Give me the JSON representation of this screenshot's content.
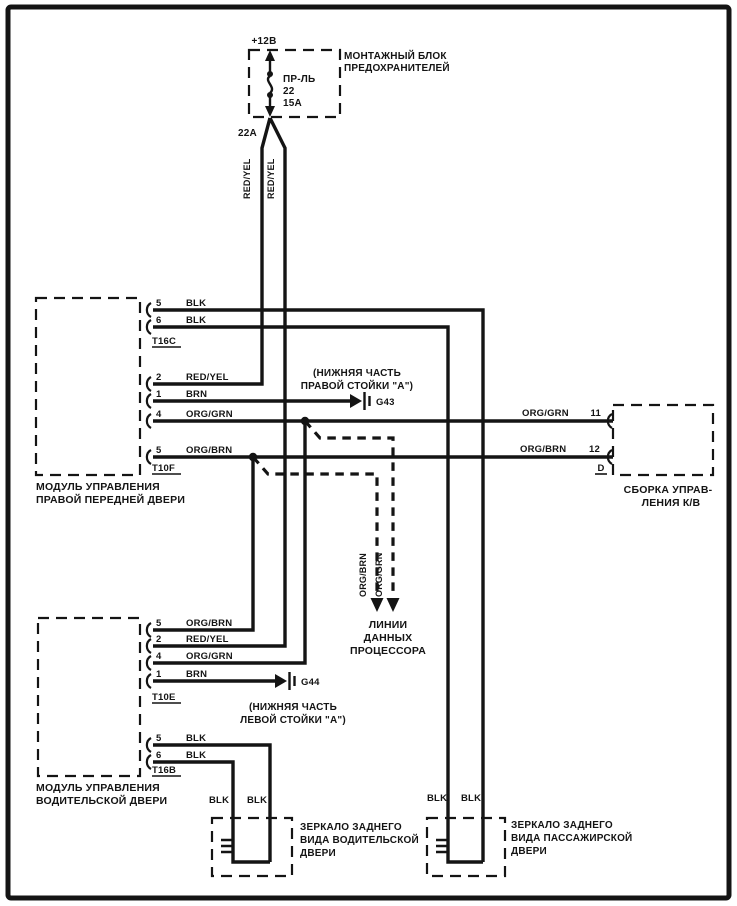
{
  "colors": {
    "ink": "#141414",
    "paper": "#ffffff"
  },
  "power": {
    "voltage": "+12В",
    "fuse_box_title": [
      "МОНТАЖНЫЙ БЛОК",
      "ПРЕДОХРАНИТЕЛЕЙ"
    ],
    "fuse_label": "ПР-ЛЬ",
    "fuse_number": "22",
    "fuse_rating": "15А",
    "output_tap": "22А",
    "feed_wires": [
      "RED/YEL",
      "RED/YEL"
    ]
  },
  "right_front_door_module": {
    "title": [
      "МОДУЛЬ УПРАВЛЕНИЯ",
      "ПРАВОЙ ПЕРЕДНЕЙ ДВЕРИ"
    ],
    "connector_top": "T16C",
    "connector_bottom": "T10F",
    "pins": [
      {
        "num": "5",
        "wire": "BLK"
      },
      {
        "num": "6",
        "wire": "BLK"
      },
      {
        "num": "2",
        "wire": "RED/YEL"
      },
      {
        "num": "1",
        "wire": "BRN"
      },
      {
        "num": "4",
        "wire": "ORG/GRN"
      },
      {
        "num": "5",
        "wire": "ORG/BRN"
      }
    ]
  },
  "driver_door_module": {
    "title": [
      "МОДУЛЬ УПРАВЛЕНИЯ",
      "ВОДИТЕЛЬСКОЙ ДВЕРИ"
    ],
    "connector_top": "T10E",
    "connector_bottom": "T16B",
    "pins": [
      {
        "num": "5",
        "wire": "ORG/BRN"
      },
      {
        "num": "2",
        "wire": "RED/YEL"
      },
      {
        "num": "4",
        "wire": "ORG/GRN"
      },
      {
        "num": "1",
        "wire": "BRN"
      },
      {
        "num": "5",
        "wire": "BLK"
      },
      {
        "num": "6",
        "wire": "BLK"
      }
    ]
  },
  "ac_control": {
    "title": [
      "СБОРКА УПРАВ-",
      "ЛЕНИЯ К/В"
    ],
    "pins": [
      {
        "num": "11",
        "wire": "ORG/GRN"
      },
      {
        "num": "12",
        "wire": "ORG/BRN",
        "note": "D"
      }
    ]
  },
  "grounds": {
    "g43": {
      "id": "G43",
      "location": [
        "(НИЖНЯЯ ЧАСТЬ",
        "ПРАВОЙ СТОЙКИ  \"А\")"
      ]
    },
    "g44": {
      "id": "G44",
      "location": [
        "(НИЖНЯЯ ЧАСТЬ",
        "ЛЕВОЙ СТОЙКИ  \"А\")"
      ]
    }
  },
  "data_lines": {
    "caption": [
      "ЛИНИИ",
      "ДАННЫХ",
      "ПРОЦЕССОРА"
    ],
    "wires": [
      "ORG/BRN",
      "ORG/GRN"
    ]
  },
  "driver_mirror": {
    "title": [
      "ЗЕРКАЛО ЗАДНЕГО",
      "ВИДА ВОДИТЕЛЬСКОЙ",
      "ДВЕРИ"
    ],
    "wires": [
      "BLK",
      "BLK"
    ]
  },
  "passenger_mirror": {
    "title": [
      "ЗЕРКАЛО ЗАДНЕГО",
      "ВИДА ПАССАЖИРСКОЙ",
      "ДВЕРИ"
    ],
    "wires": [
      "BLK",
      "BLK"
    ]
  }
}
